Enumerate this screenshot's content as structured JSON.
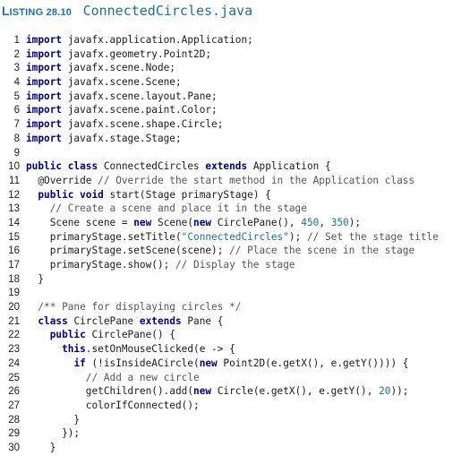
{
  "header": {
    "label": "Listing 28.10",
    "filename": "ConnectedCircles.java"
  },
  "lines": [
    [
      {
        "t": "kw",
        "v": "import"
      },
      {
        "t": "n",
        "v": " javafx.application.Application;"
      }
    ],
    [
      {
        "t": "kw",
        "v": "import"
      },
      {
        "t": "n",
        "v": " javafx.geometry.Point2D;"
      }
    ],
    [
      {
        "t": "kw",
        "v": "import"
      },
      {
        "t": "n",
        "v": " javafx.scene.Node;"
      }
    ],
    [
      {
        "t": "kw",
        "v": "import"
      },
      {
        "t": "n",
        "v": " javafx.scene.Scene;"
      }
    ],
    [
      {
        "t": "kw",
        "v": "import"
      },
      {
        "t": "n",
        "v": " javafx.scene.layout.Pane;"
      }
    ],
    [
      {
        "t": "kw",
        "v": "import"
      },
      {
        "t": "n",
        "v": " javafx.scene.paint.Color;"
      }
    ],
    [
      {
        "t": "kw",
        "v": "import"
      },
      {
        "t": "n",
        "v": " javafx.scene.shape.Circle;"
      }
    ],
    [
      {
        "t": "kw",
        "v": "import"
      },
      {
        "t": "n",
        "v": " javafx.stage.Stage;"
      }
    ],
    [],
    [
      {
        "t": "kw",
        "v": "public class"
      },
      {
        "t": "n",
        "v": " ConnectedCircles "
      },
      {
        "t": "kw",
        "v": "extends"
      },
      {
        "t": "n",
        "v": " Application {"
      }
    ],
    [
      {
        "t": "n",
        "v": "  @Override "
      },
      {
        "t": "cm",
        "v": "// Override the start method in the Application class"
      }
    ],
    [
      {
        "t": "n",
        "v": "  "
      },
      {
        "t": "kw",
        "v": "public void"
      },
      {
        "t": "n",
        "v": " start(Stage primaryStage) {"
      }
    ],
    [
      {
        "t": "n",
        "v": "    "
      },
      {
        "t": "cm",
        "v": "// Create a scene and place it in the stage"
      }
    ],
    [
      {
        "t": "n",
        "v": "    Scene scene = "
      },
      {
        "t": "kw",
        "v": "new"
      },
      {
        "t": "n",
        "v": " Scene("
      },
      {
        "t": "kw",
        "v": "new"
      },
      {
        "t": "n",
        "v": " CirclePane(), "
      },
      {
        "t": "nm",
        "v": "450"
      },
      {
        "t": "n",
        "v": ", "
      },
      {
        "t": "nm",
        "v": "350"
      },
      {
        "t": "n",
        "v": ");"
      }
    ],
    [
      {
        "t": "n",
        "v": "    primaryStage.setTitle("
      },
      {
        "t": "st",
        "v": "\"ConnectedCircles\""
      },
      {
        "t": "n",
        "v": "); "
      },
      {
        "t": "cm",
        "v": "// Set the stage title"
      }
    ],
    [
      {
        "t": "n",
        "v": "    primaryStage.setScene(scene); "
      },
      {
        "t": "cm",
        "v": "// Place the scene in the stage"
      }
    ],
    [
      {
        "t": "n",
        "v": "    primaryStage.show(); "
      },
      {
        "t": "cm",
        "v": "// Display the stage"
      }
    ],
    [
      {
        "t": "n",
        "v": "  }"
      }
    ],
    [],
    [
      {
        "t": "n",
        "v": "  "
      },
      {
        "t": "cm",
        "v": "/** Pane for displaying circles */"
      }
    ],
    [
      {
        "t": "n",
        "v": "  "
      },
      {
        "t": "kw",
        "v": "class"
      },
      {
        "t": "n",
        "v": " CirclePane "
      },
      {
        "t": "kw",
        "v": "extends"
      },
      {
        "t": "n",
        "v": " Pane {"
      }
    ],
    [
      {
        "t": "n",
        "v": "    "
      },
      {
        "t": "kw",
        "v": "public"
      },
      {
        "t": "n",
        "v": " CirclePane() {"
      }
    ],
    [
      {
        "t": "n",
        "v": "      "
      },
      {
        "t": "kw",
        "v": "this"
      },
      {
        "t": "n",
        "v": ".setOnMouseClicked(e -> {"
      }
    ],
    [
      {
        "t": "n",
        "v": "        "
      },
      {
        "t": "kw",
        "v": "if"
      },
      {
        "t": "n",
        "v": " (!isInsideACircle("
      },
      {
        "t": "kw",
        "v": "new"
      },
      {
        "t": "n",
        "v": " Point2D(e.getX(), e.getY()))) {"
      }
    ],
    [
      {
        "t": "n",
        "v": "          "
      },
      {
        "t": "cm",
        "v": "// Add a new circle"
      }
    ],
    [
      {
        "t": "n",
        "v": "          getChildren().add("
      },
      {
        "t": "kw",
        "v": "new"
      },
      {
        "t": "n",
        "v": " Circle(e.getX(), e.getY(), "
      },
      {
        "t": "nm",
        "v": "20"
      },
      {
        "t": "n",
        "v": "));"
      }
    ],
    [
      {
        "t": "n",
        "v": "          colorIfConnected();"
      }
    ],
    [
      {
        "t": "n",
        "v": "        }"
      }
    ],
    [
      {
        "t": "n",
        "v": "      });"
      }
    ],
    [
      {
        "t": "n",
        "v": "    }"
      }
    ]
  ]
}
